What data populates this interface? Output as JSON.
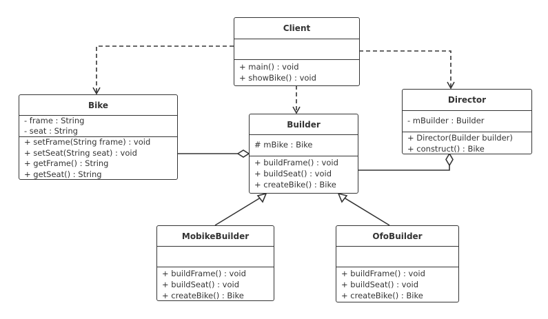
{
  "classes": {
    "client": {
      "name": "Client",
      "attributes": [],
      "methods": [
        "+ main() : void",
        "+ showBike() : void"
      ]
    },
    "bike": {
      "name": "Bike",
      "attributes": [
        "- frame : String",
        "- seat : String"
      ],
      "methods": [
        "+ setFrame(String frame) : void",
        "+ setSeat(String seat) : void",
        "+ getFrame() : String",
        "+ getSeat() : String"
      ]
    },
    "builder": {
      "name": "Builder",
      "attributes": [
        "# mBike : Bike"
      ],
      "methods": [
        "+ buildFrame() : void",
        "+ buildSeat() : void",
        "+ createBike() : Bike"
      ]
    },
    "director": {
      "name": "Director",
      "attributes": [
        "- mBuilder : Builder"
      ],
      "methods": [
        "+ Director(Builder builder)",
        "+ construct() : Bike"
      ]
    },
    "mobike": {
      "name": "MobikeBuilder",
      "attributes": [],
      "methods": [
        "+ buildFrame() : void",
        "+ buildSeat() : void",
        "+ createBike() : Bike"
      ]
    },
    "ofo": {
      "name": "OfoBuilder",
      "attributes": [],
      "methods": [
        "+ buildFrame() : void",
        "+ buildSeat() : void",
        "+ createBike() : Bike"
      ]
    }
  },
  "relations": [
    {
      "from": "Client",
      "to": "Bike",
      "type": "dependency"
    },
    {
      "from": "Client",
      "to": "Builder",
      "type": "dependency"
    },
    {
      "from": "Client",
      "to": "Director",
      "type": "dependency"
    },
    {
      "from": "Builder",
      "to": "Bike",
      "type": "aggregation"
    },
    {
      "from": "Director",
      "to": "Builder",
      "type": "aggregation"
    },
    {
      "from": "MobikeBuilder",
      "to": "Builder",
      "type": "generalization"
    },
    {
      "from": "OfoBuilder",
      "to": "Builder",
      "type": "generalization"
    }
  ],
  "colors": {
    "line": "#333333",
    "background": "#ffffff"
  }
}
